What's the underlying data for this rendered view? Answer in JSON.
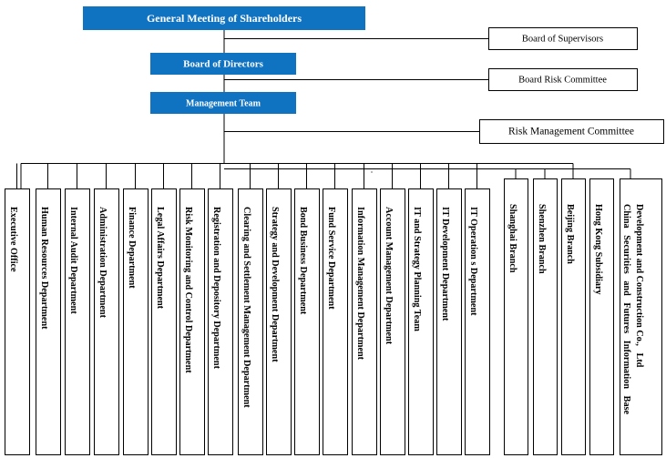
{
  "colors": {
    "top_box_fill": "#0f73c2",
    "top_box_text": "#ffffff",
    "line": "#000000"
  },
  "top_boxes": [
    {
      "label": "General Meeting of Shareholders"
    },
    {
      "label": "Board of Directors"
    },
    {
      "label": "Management Team"
    }
  ],
  "side_boxes": [
    {
      "label": "Board of Supervisors"
    },
    {
      "label": "Board Risk Committee"
    },
    {
      "label": "Risk Management Committee"
    }
  ],
  "departments": [
    {
      "label": "Executive Office"
    },
    {
      "label": "Human Resources Department"
    },
    {
      "label": "Internal Audit Department"
    },
    {
      "label": "Administration Department"
    },
    {
      "label": "Finance Department"
    },
    {
      "label": "Legal Affairs Department"
    },
    {
      "label": "Risk Monitoring and Control Department"
    },
    {
      "label": "Registration and Depository Department"
    },
    {
      "label": "Clearing and Settlement Management Department"
    },
    {
      "label": "Strategy and Development Department"
    },
    {
      "label": "Bond Business Department"
    },
    {
      "label": "Fund Service Department"
    },
    {
      "label": "Information Management Department"
    },
    {
      "label": "Account Management Department"
    },
    {
      "label": "IT and Strategy Planning Team"
    },
    {
      "label": "IT Development Department"
    },
    {
      "label": "IT Operation s Department"
    }
  ],
  "branches": [
    {
      "label": "Shanghai Branch"
    },
    {
      "label": "Shenzhen Branch"
    },
    {
      "label": "Beijing Branch"
    },
    {
      "label": "Hong Kong Subsidiary"
    },
    {
      "label": "China Securities and Futures Information Development and Construction Co., Ltd",
      "line1": "China   Securities   and   Futures   Information   Base",
      "line2": "Development and Construction Co.,   Ltd"
    }
  ]
}
